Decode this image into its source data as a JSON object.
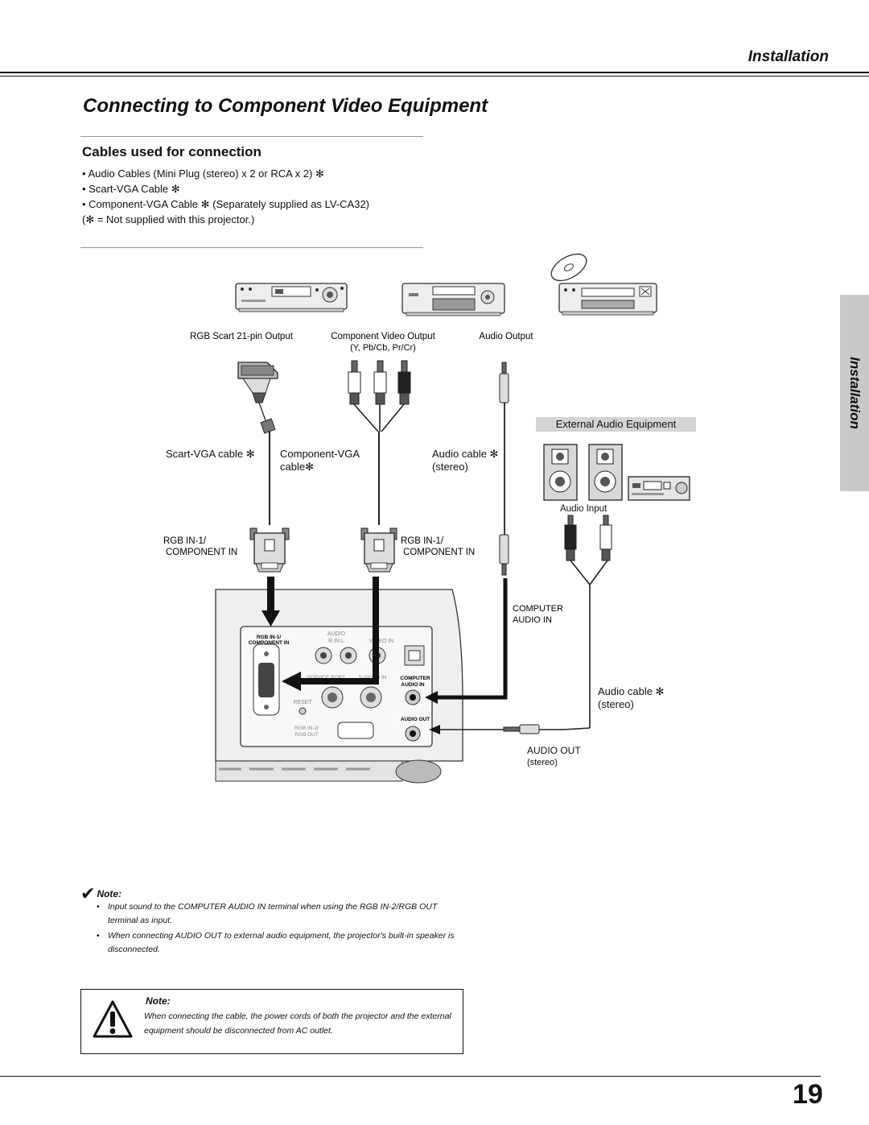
{
  "header": {
    "section_title": "Installation",
    "page_heading": "Connecting to Component Video Equipment"
  },
  "cables": {
    "heading": "Cables used for connection",
    "items": [
      "•  Audio Cables (Mini Plug (stereo) x 2 or RCA x 2) ✻",
      "•  Scart-VGA Cable ✻",
      "•  Component-VGA Cable ✻ (Separately supplied as LV-CA32)"
    ],
    "footnote": "(✻ = Not supplied with this projector.)"
  },
  "side_tab": {
    "label": "Installation"
  },
  "diagram": {
    "source_labels": {
      "scart_out": "RGB Scart 21-pin Output",
      "component_out": "Component Video Output",
      "component_out_sub": "(Y, Pb/Cb, Pr/Cr)",
      "audio_out": "Audio Output"
    },
    "ext_audio_label": "External Audio Equipment",
    "audio_input_label": "Audio Input",
    "cable_labels": {
      "scart_vga": "Scart-VGA cable ✻",
      "component_vga_1": "Component-VGA",
      "component_vga_2": "cable✻",
      "audio_1": "Audio cable ✻",
      "audio_2": "(stereo)"
    },
    "connector_labels": {
      "left_1": "RGB IN-1/",
      "left_2": "COMPONENT IN",
      "right_1": "RGB IN-1/",
      "right_2": "COMPONENT IN",
      "computer_audio_1": "COMPUTER",
      "computer_audio_2": "AUDIO IN"
    },
    "panel_labels": {
      "rgb_in": "RGB IN-1/",
      "component_in": "COMPONENT IN",
      "audio": "AUDIO",
      "r_in_l": "R    IN    L",
      "video_in": "VIDEO IN",
      "service_port": "SERVICE PORT",
      "s_video_in": "S-VIDEO IN",
      "computer": "COMPUTER",
      "audio_in": "AUDIO IN",
      "reset": "RESET",
      "audio_out": "AUDIO OUT",
      "rgb_in2": "RGB IN-2/",
      "rgb_out": "RGB OUT"
    },
    "bottom_audio_cable_1": "Audio cable ✻",
    "bottom_audio_cable_2": "(stereo)",
    "audio_out_label": "AUDIO OUT",
    "audio_out_sub": "(stereo)"
  },
  "notes": {
    "heading": "Note:",
    "items": [
      "Input sound to the COMPUTER AUDIO IN terminal when using the RGB IN-2/RGB OUT terminal as input.",
      "When connecting AUDIO OUT to external audio equipment, the projector's built-in speaker is disconnected."
    ]
  },
  "warning": {
    "heading": "Note:",
    "text": "When connecting the cable, the power cords of both the projector and the external equipment should be disconnected from AC outlet."
  },
  "page_number": "19"
}
